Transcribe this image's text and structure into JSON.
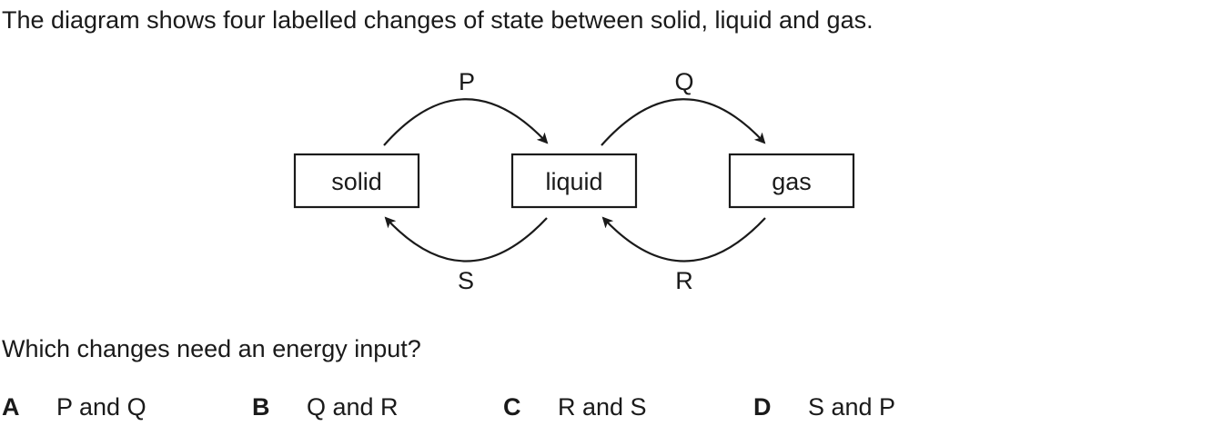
{
  "intro": "The diagram shows four labelled changes of state between solid, liquid and gas.",
  "diagram": {
    "states": [
      "solid",
      "liquid",
      "gas"
    ],
    "changes": [
      {
        "label": "P",
        "from": "solid",
        "to": "liquid"
      },
      {
        "label": "Q",
        "from": "liquid",
        "to": "gas"
      },
      {
        "label": "R",
        "from": "gas",
        "to": "liquid"
      },
      {
        "label": "S",
        "from": "liquid",
        "to": "solid"
      }
    ]
  },
  "question": "Which changes need an energy input?",
  "options": [
    {
      "letter": "A",
      "text": "P and Q"
    },
    {
      "letter": "B",
      "text": "Q and R"
    },
    {
      "letter": "C",
      "text": "R and S"
    },
    {
      "letter": "D",
      "text": "S and P"
    }
  ]
}
